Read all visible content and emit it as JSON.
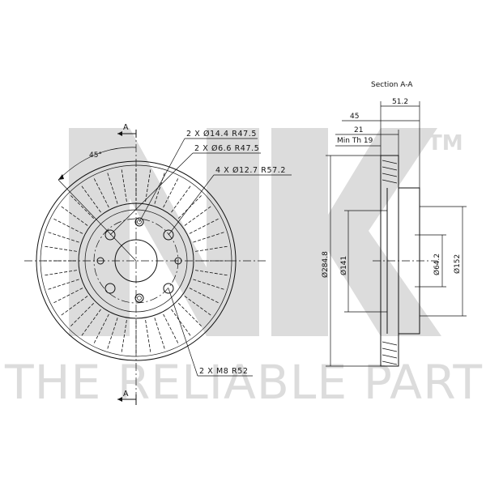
{
  "watermark": {
    "brand": "NK",
    "trademark": "TM",
    "tagline": "THE RELIABLE PART"
  },
  "front_view": {
    "section_marker": "A",
    "angle": "45°",
    "callouts": [
      "2 X Ø14.4 R47.5",
      "2 X Ø6.6 R47.5",
      "4 X Ø12.7 R57.2",
      "2 X M8 R52"
    ]
  },
  "section_view": {
    "title": "Section A-A",
    "dimensions": {
      "overall_width": "51.2",
      "hat_depth": "45",
      "thickness": "21",
      "min_thickness": "Min Th 19",
      "outer_diameter": "Ø284.8",
      "hat_diameter_141": "Ø141",
      "bore": "Ø64.2",
      "hat_diameter_152": "Ø152"
    }
  },
  "colors": {
    "line": "#111111",
    "watermark": "#dcdcdc"
  }
}
